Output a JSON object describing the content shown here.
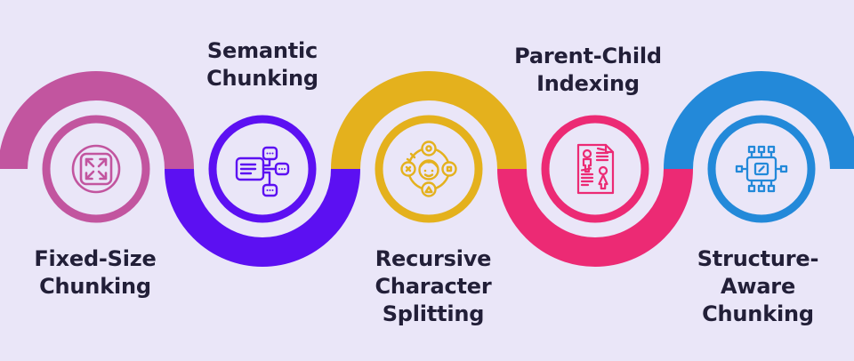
{
  "background_color": "#eae6f8",
  "text_color": "#221f38",
  "steps": [
    {
      "label": "Fixed-Size\nChunking",
      "color": "#c2559f",
      "icon": "expand-square-icon",
      "label_position": "below",
      "arc_side": "top"
    },
    {
      "label": "Semantic\nChunking",
      "color": "#5c10f2",
      "icon": "mind-map-icon",
      "label_position": "above",
      "arc_side": "bottom"
    },
    {
      "label": "Recursive\nCharacter\nSplitting",
      "color": "#e4b11d",
      "icon": "character-shapes-icon",
      "label_position": "below",
      "arc_side": "top"
    },
    {
      "label": "Parent-Child\nIndexing",
      "color": "#ec2a74",
      "icon": "parent-child-document-icon",
      "label_position": "above",
      "arc_side": "bottom"
    },
    {
      "label": "Structure-\nAware\nChunking",
      "color": "#2389d9",
      "icon": "chip-icon",
      "label_position": "below",
      "arc_side": "top"
    }
  ]
}
